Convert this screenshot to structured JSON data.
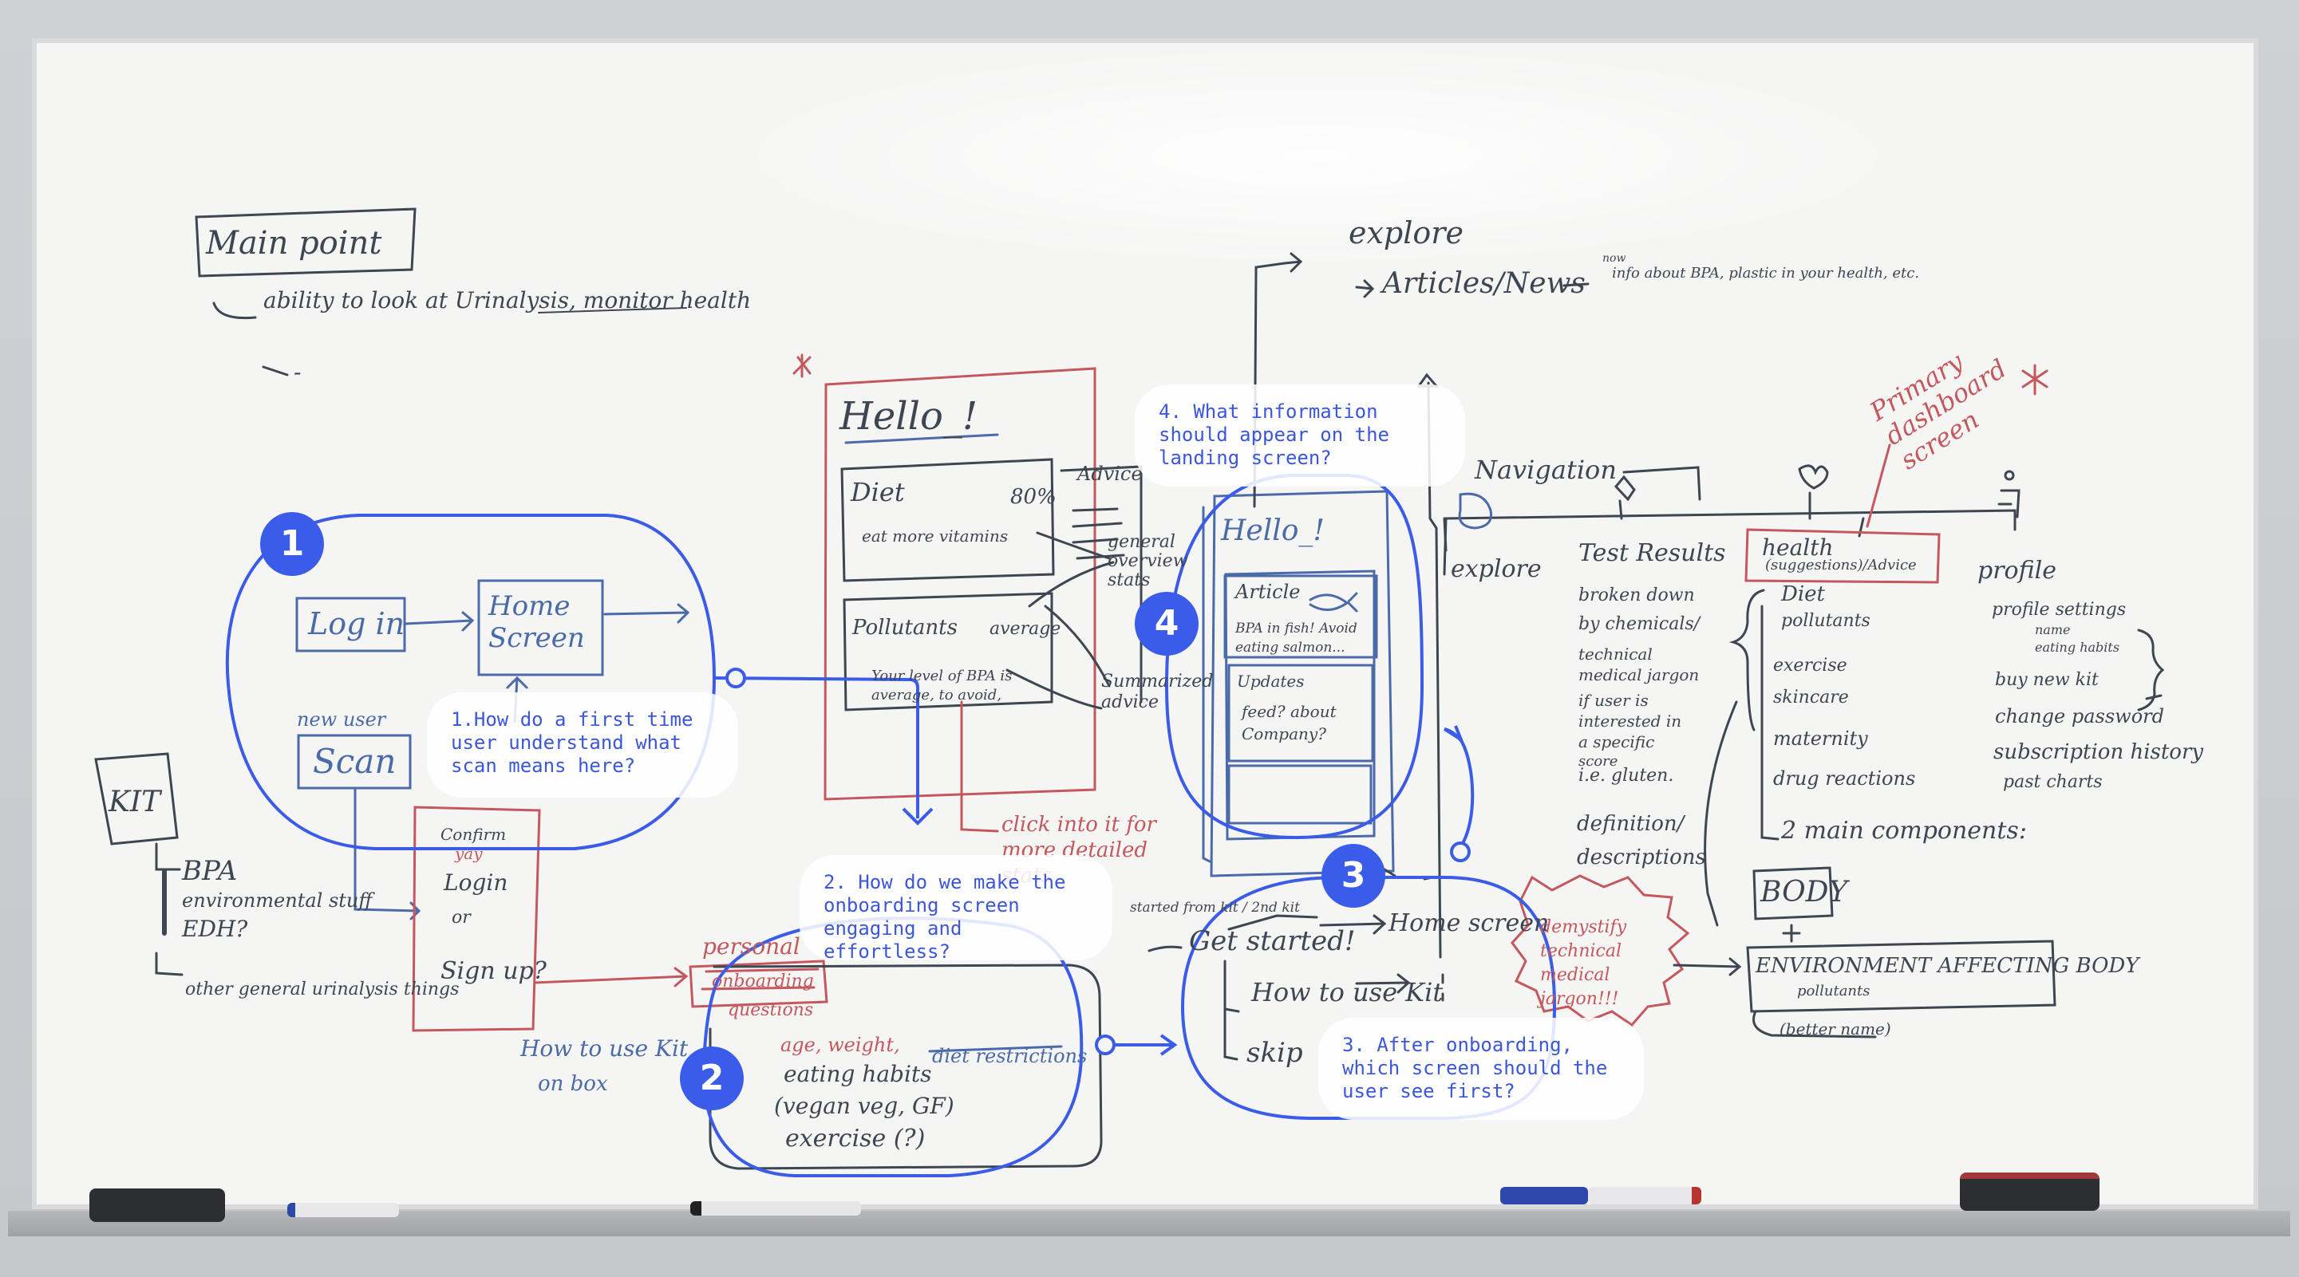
{
  "sketch": {
    "main_point": {
      "title": "Main point",
      "line1": "ability to look at Urinalysis, monitor health",
      "line2": "-"
    },
    "kit": {
      "title": "KIT",
      "line1": "BPA",
      "line2": "environmental stuff",
      "line3": "EDH?",
      "line4": "other general urinalysis things"
    },
    "flow1": {
      "login": "Log in",
      "home": "Home Screen",
      "new_user": "new user",
      "scan": "Scan",
      "confirm": "Confirm",
      "yay": "yay",
      "login2": "Login",
      "or": "or",
      "signup": "Sign up?"
    },
    "hello_screen": {
      "title": "Hello_!",
      "diet": "Diet",
      "diet_pct": "80%",
      "diet_note": "eat more vitamins",
      "advice": "Advice",
      "general_overview": "general overview stats",
      "pollutants": "Pollutants",
      "average": "average",
      "bpa_note": "Your level of BPA is average, to avoid,",
      "summarized_advice": "Summarized advice",
      "click_into": "click into it for more detailed stats"
    },
    "onboarding": {
      "personal": "personal",
      "onboarding": "onboarding",
      "questions": "questions",
      "age": "age, weight,",
      "eating": "eating habits",
      "diet_restrictions": "diet restrictions",
      "vegan": "(vegan veg, GF)",
      "exercise": "exercise (?)",
      "how_to_kit": "How to use Kit",
      "on_box": "on box"
    },
    "get_started": {
      "started_from": "started from kit / 2nd kit",
      "get_started": "Get started!",
      "home_screen": "Home screen",
      "how_to_use": "How to use Kit",
      "skip": "skip"
    },
    "phone": {
      "hello": "Hello_!",
      "article": "Article",
      "article_text": "BPA in fish! Avoid eating salmon...",
      "updates": "Updates",
      "updates_text": "feed? about Company?"
    },
    "explore": {
      "title": "explore",
      "articles": "Articles/News",
      "now": "now",
      "info": "info about BPA, plastic in your health, etc."
    },
    "navigation": {
      "title": "Navigation",
      "explore": "explore",
      "test_results": "Test Results",
      "health": "health",
      "suggestions": "(suggestions)/Advice",
      "profile": "profile",
      "primary": "Primary dashboard screen",
      "test_notes": [
        "broken down",
        "by chemicals/",
        "technical",
        "medical jargon",
        "if user is",
        "interested in",
        "a specific",
        "score",
        "i.e. gluten.",
        "definition/",
        "descriptions"
      ],
      "health_items": [
        "Diet",
        "pollutants",
        "exercise",
        "skincare",
        "maternity",
        "drug reactions"
      ],
      "main_components": "2 main components:",
      "body": "BODY",
      "environment": "ENVIRONMENT AFFECTING BODY",
      "env_pollutants": "pollutants",
      "better_name": "(better name)",
      "demystify": "demystify technical medical jargon!!!",
      "profile_items": [
        "profile settings",
        "name",
        "eating habits",
        "buy new kit",
        "change password",
        "subscription history",
        "past charts"
      ]
    }
  },
  "annotations": [
    {
      "number": "1",
      "question": "1.How do a first time\nuser understand what\nscan means here?"
    },
    {
      "number": "2",
      "question": "2. How do we make the\nonboarding screen\nengaging and effortless?"
    },
    {
      "number": "3",
      "question": "3. After onboarding,\nwhich screen should the\nuser see first?"
    },
    {
      "number": "4",
      "question": "4. What information\nshould appear on the\nlanding screen?"
    }
  ],
  "colors": {
    "annotation_blue": "#3a5ce8",
    "marker_gray": "#3e4652",
    "marker_red": "#c4585e",
    "marker_blue": "#4a6aa8"
  }
}
